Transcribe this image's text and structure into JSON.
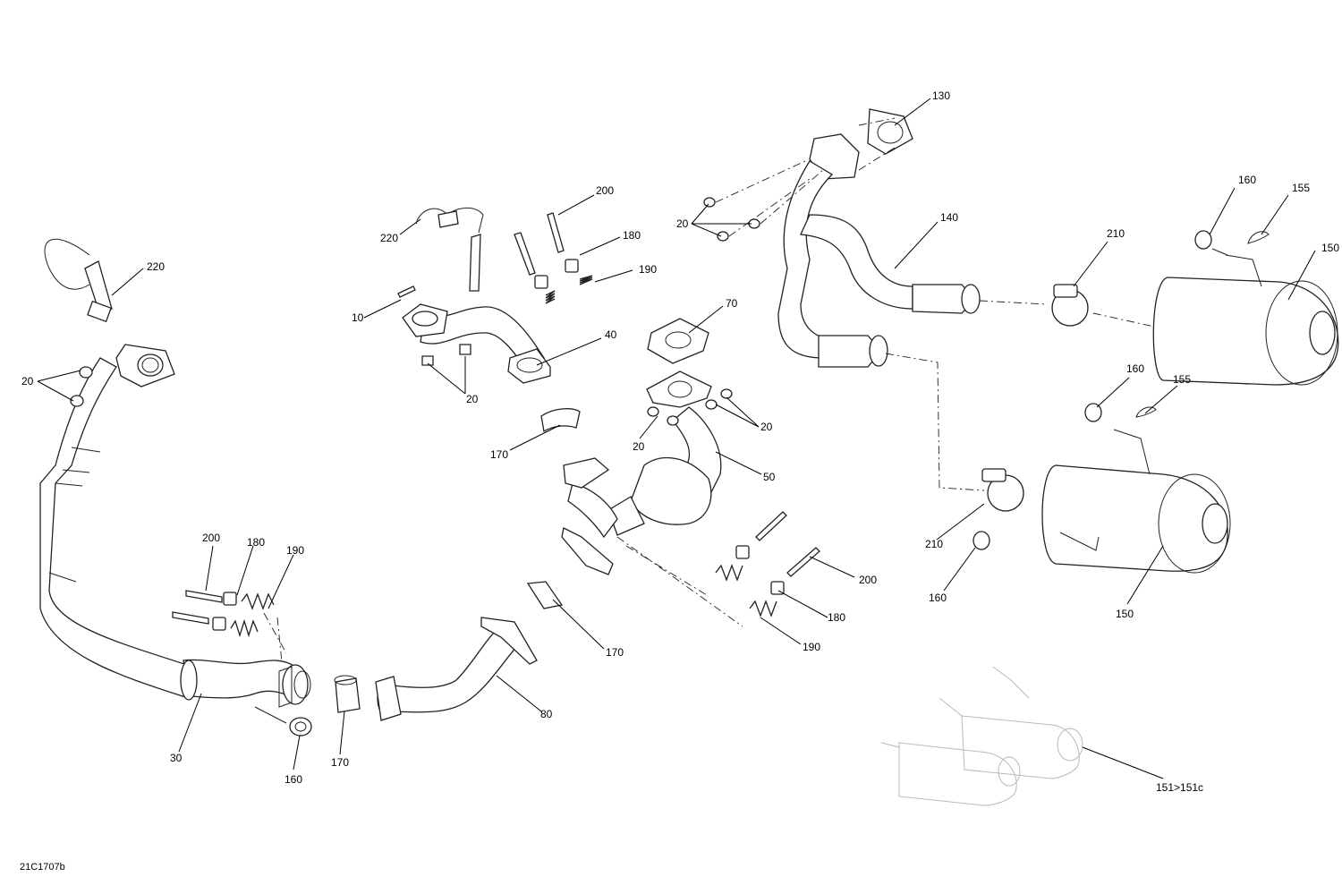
{
  "diagram": {
    "drawing_code": "21C1707b",
    "callouts": [
      {
        "id": "c-220-a",
        "text": "220"
      },
      {
        "id": "c-20-a",
        "text": "20"
      },
      {
        "id": "c-220-b",
        "text": "220"
      },
      {
        "id": "c-10",
        "text": "10"
      },
      {
        "id": "c-20-b",
        "text": "20"
      },
      {
        "id": "c-200-a",
        "text": "200"
      },
      {
        "id": "c-180-a",
        "text": "180"
      },
      {
        "id": "c-190-a",
        "text": "190"
      },
      {
        "id": "c-40",
        "text": "40"
      },
      {
        "id": "c-70",
        "text": "70"
      },
      {
        "id": "c-20-c",
        "text": "20"
      },
      {
        "id": "c-20-d",
        "text": "20"
      },
      {
        "id": "c-170-a",
        "text": "170"
      },
      {
        "id": "c-50",
        "text": "50"
      },
      {
        "id": "c-130",
        "text": "130"
      },
      {
        "id": "c-20-e",
        "text": "20"
      },
      {
        "id": "c-140",
        "text": "140"
      },
      {
        "id": "c-210-a",
        "text": "210"
      },
      {
        "id": "c-160-a",
        "text": "160"
      },
      {
        "id": "c-155-a",
        "text": "155"
      },
      {
        "id": "c-150-a",
        "text": "150"
      },
      {
        "id": "c-160-b",
        "text": "160"
      },
      {
        "id": "c-155-b",
        "text": "155"
      },
      {
        "id": "c-210-b",
        "text": "210"
      },
      {
        "id": "c-160-c",
        "text": "160"
      },
      {
        "id": "c-150-b",
        "text": "150"
      },
      {
        "id": "c-200-b",
        "text": "200"
      },
      {
        "id": "c-180-b",
        "text": "180"
      },
      {
        "id": "c-190-b",
        "text": "190"
      },
      {
        "id": "c-200-c",
        "text": "200"
      },
      {
        "id": "c-180-c",
        "text": "180"
      },
      {
        "id": "c-190-c",
        "text": "190"
      },
      {
        "id": "c-170-b",
        "text": "170"
      },
      {
        "id": "c-80",
        "text": "80"
      },
      {
        "id": "c-30",
        "text": "30"
      },
      {
        "id": "c-170-c",
        "text": "170"
      },
      {
        "id": "c-160-d",
        "text": "160"
      },
      {
        "id": "c-151",
        "text": "151>151c"
      }
    ]
  }
}
